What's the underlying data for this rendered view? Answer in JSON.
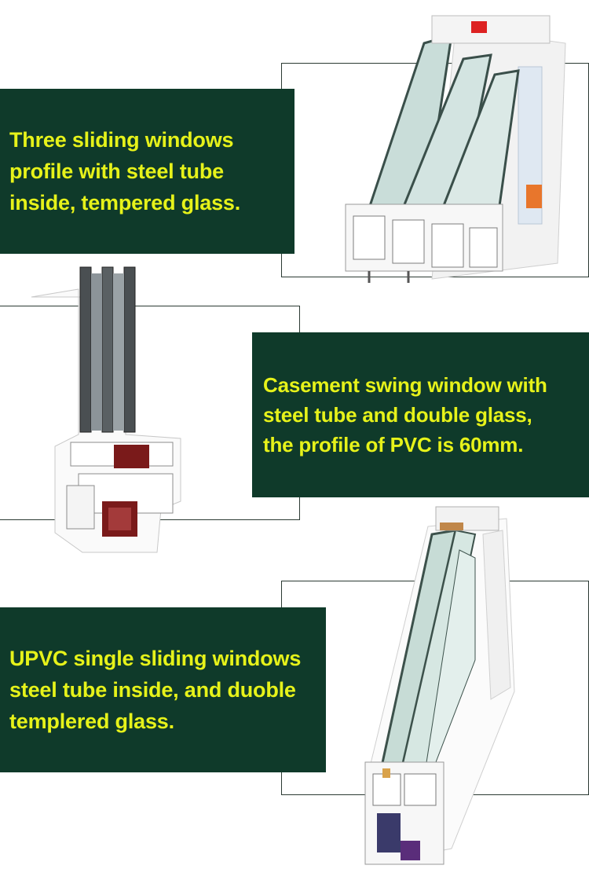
{
  "sections": [
    {
      "caption": "Three sliding windows\nprofile with steel tube\ninside, tempered glass.",
      "image_label": "triple-glazed-sliding-window-profile"
    },
    {
      "caption": "Casement swing window with\nsteel tube and double glass,\nthe profile of PVC is 60mm.",
      "image_label": "casement-window-profile-cross-section"
    },
    {
      "caption": "UPVC single sliding windows\nsteel tube inside, and duoble\ntemplered glass.",
      "image_label": "single-sliding-window-profile"
    }
  ],
  "colors": {
    "panel": "#0f3a2a",
    "caption_text": "#e6f21a",
    "frame_line": "#2b3a33",
    "steel_tube": "#7a1a1a"
  }
}
